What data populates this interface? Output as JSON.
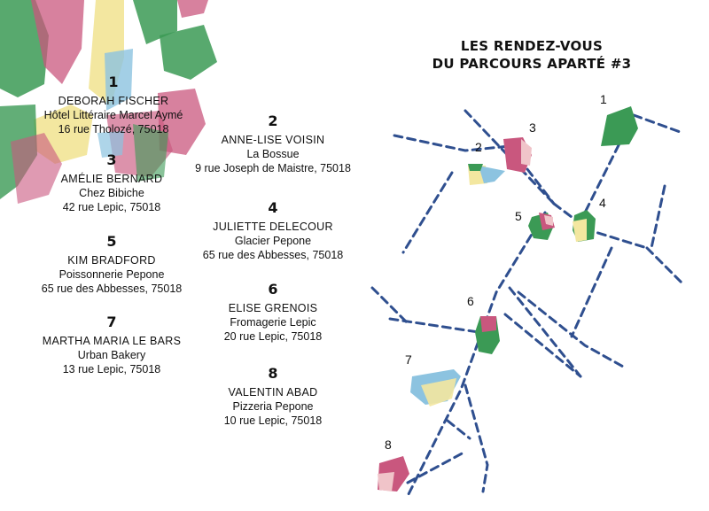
{
  "title": {
    "line1": "LES RENDEZ-VOUS",
    "line2": "DU PARCOURS APARTÉ #3"
  },
  "stops": [
    {
      "number": "1",
      "name": "DEBORAH FISCHER",
      "venue": "Hôtel Littéraire Marcel Aymé",
      "address": "16 rue Tholozé, 75018"
    },
    {
      "number": "2",
      "name": "ANNE-LISE VOISIN",
      "venue": "La Bossue",
      "address": "9 rue Joseph de Maistre, 75018"
    },
    {
      "number": "3",
      "name": "AMÉLIE BERNARD",
      "venue": "Chez Bibiche",
      "address": "42 rue Lepic, 75018"
    },
    {
      "number": "4",
      "name": "JULIETTE DELECOUR",
      "venue": "Glacier Pepone",
      "address": "65 rue des Abbesses, 75018"
    },
    {
      "number": "5",
      "name": "KIM BRADFORD",
      "venue": "Poissonnerie Pepone",
      "address": "65 rue des Abbesses, 75018"
    },
    {
      "number": "6",
      "name": "ELISE GRENOIS",
      "venue": "Fromagerie Lepic",
      "address": "20 rue Lepic, 75018"
    },
    {
      "number": "7",
      "name": "MARTHA MARIA LE BARS",
      "venue": "Urban Bakery",
      "address": "13 rue Lepic, 75018"
    },
    {
      "number": "8",
      "name": "VALENTIN ABAD",
      "venue": "Pizzeria Pepone",
      "address": "10 rue Lepic, 75018"
    }
  ],
  "map": {
    "labels": [
      "1",
      "2",
      "3",
      "4",
      "5",
      "6",
      "7",
      "8"
    ],
    "street_color": "#2f4f8f"
  },
  "colors": {
    "green": "#3b9a55",
    "pink": "#c9577e",
    "yellow": "#f3e7a0",
    "blue": "#8cc3e0",
    "street": "#2f4f8f"
  }
}
